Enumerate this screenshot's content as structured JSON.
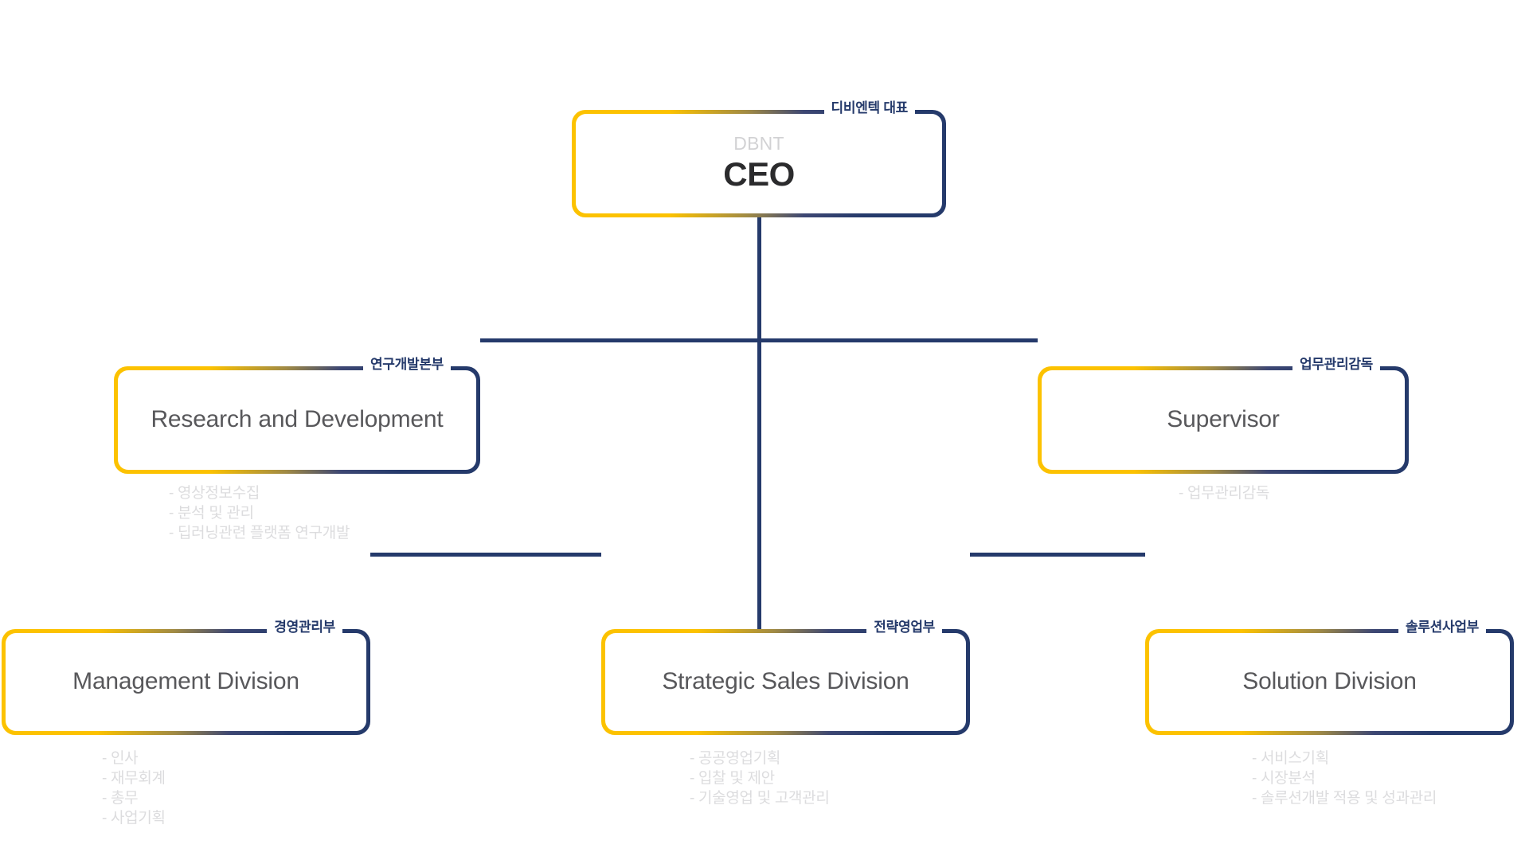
{
  "chart": {
    "type": "org-chart",
    "title": "DBNT Organization Chart",
    "colors": {
      "accent_yellow": "#fcc200",
      "accent_navy": "#253a6b",
      "title_text": "#58585b",
      "muted_text": "#dcdcde",
      "background": "#ffffff"
    },
    "nodes": [
      {
        "id": "ceo",
        "kr_label": "디비엔텍 대표",
        "sub": "DBNT",
        "title": "CEO",
        "bullets": []
      },
      {
        "id": "rnd",
        "kr_label": "연구개발본부",
        "sub": "",
        "title": "Research and Development",
        "bullets": [
          "- 영상정보수집",
          "- 분석 및 관리",
          "- 딥러닝관련 플랫폼 연구개발"
        ]
      },
      {
        "id": "supervisor",
        "kr_label": "업무관리감독",
        "sub": "",
        "title": "Supervisor",
        "bullets": [
          "- 업무관리감독"
        ]
      },
      {
        "id": "management",
        "kr_label": "경영관리부",
        "sub": "",
        "title": "Management Division",
        "bullets": [
          "- 인사",
          "- 재무회계",
          "- 총무",
          "- 사업기획"
        ]
      },
      {
        "id": "sales",
        "kr_label": "전략영업부",
        "sub": "",
        "title": "Strategic Sales Division",
        "bullets": [
          "- 공공영업기획",
          "- 입찰 및 제안",
          "- 기술영업 및 고객관리"
        ]
      },
      {
        "id": "solution",
        "kr_label": "솔루션사업부",
        "sub": "",
        "title": "Solution Division",
        "bullets": [
          "- 서비스기획",
          "- 시장분석",
          "- 솔루션개발 적용 및 성과관리"
        ]
      }
    ]
  }
}
